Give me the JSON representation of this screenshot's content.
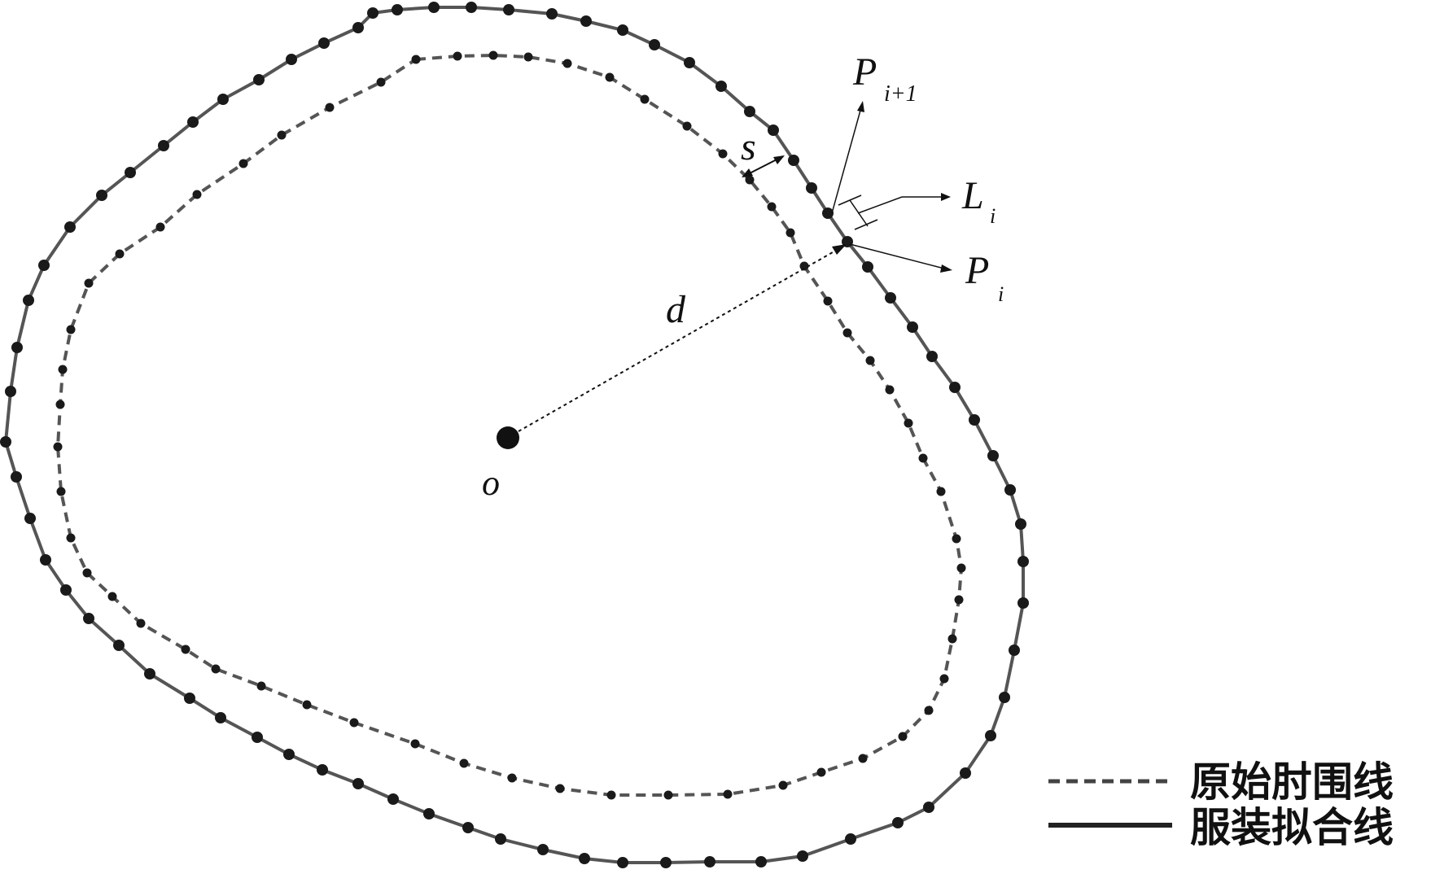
{
  "labels": {
    "s": "s",
    "d": "d",
    "o": "o",
    "p_next": "P",
    "p_next_sub": "i+1",
    "l": "L",
    "l_sub": "i",
    "p": "P",
    "p_sub": "i"
  },
  "legend": {
    "dashed_label": "原始肘围线",
    "solid_label": "服装拟合线"
  },
  "colors": {
    "outer_line": "#555555",
    "inner_line": "#555555",
    "dot": "#1a1a1a",
    "text": "#111111"
  }
}
